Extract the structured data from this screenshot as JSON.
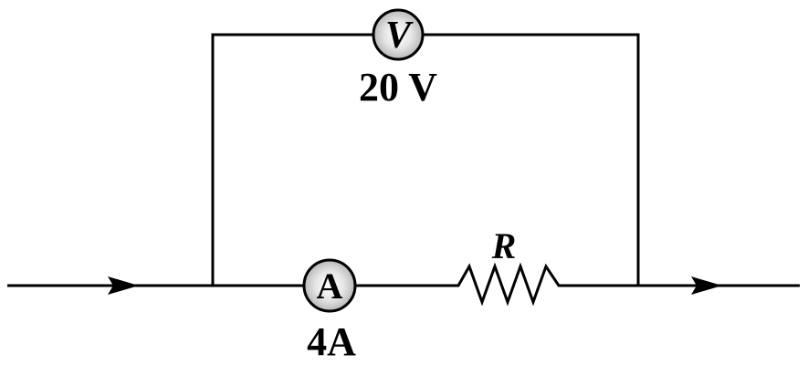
{
  "diagram": {
    "type": "circuit",
    "components": {
      "voltmeter": {
        "symbol": "V",
        "reading": "20 V"
      },
      "ammeter": {
        "symbol": "A",
        "reading": "4A"
      },
      "resistor": {
        "label": "R"
      }
    },
    "current_direction": "left-to-right",
    "colors": {
      "line": "#000000",
      "meter_fill_center": "#ffffff",
      "meter_fill_edge": "#b8b8b8"
    }
  }
}
